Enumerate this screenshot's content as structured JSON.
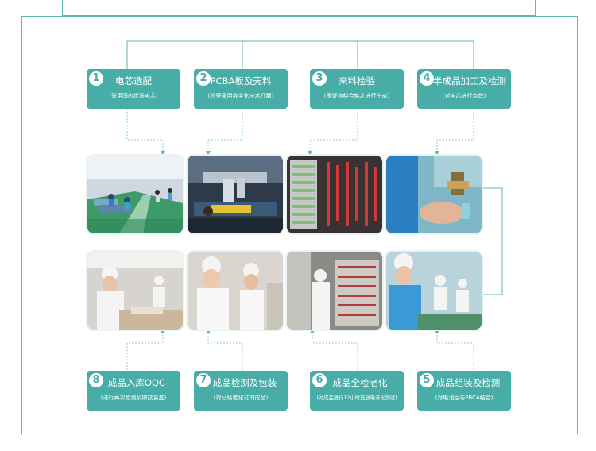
{
  "steps": [
    {
      "num": "1",
      "title": "电芯选配",
      "subtitle": "(采用国内优质电芯)"
    },
    {
      "num": "2",
      "title": "PCBA板及壳料",
      "subtitle": "(外壳采用数字化技术打磨)"
    },
    {
      "num": "3",
      "title": "来料检验",
      "subtitle": "(保证物料合格才进行生成)"
    },
    {
      "num": "4",
      "title": "半成品加工及检测",
      "subtitle": "(对电芯进行点焊)"
    },
    {
      "num": "5",
      "title": "成品组装及检测",
      "subtitle": "(对电池组与PBCA结合)"
    },
    {
      "num": "6",
      "title": "成品全检老化",
      "subtitle": "(对成品进行12小时充放电老化测试)"
    },
    {
      "num": "7",
      "title": "成品检测及包装",
      "subtitle": "(对已经老化过的成品)"
    },
    {
      "num": "8",
      "title": "成品入库OQC",
      "subtitle": "(进行再次检测及擦拭装盒)"
    }
  ],
  "colors": {
    "accent": "#47ada6",
    "line": "#63b7b0",
    "dashed": "#8fd0ca"
  }
}
